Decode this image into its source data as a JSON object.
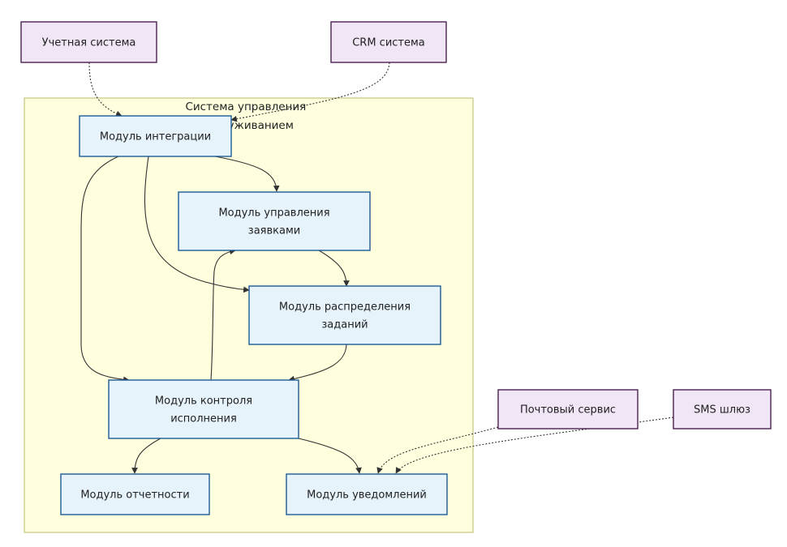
{
  "diagram": {
    "cluster": {
      "label_lines": [
        "Система управления",
        "обслуживанием"
      ],
      "fill": "#ffffde",
      "stroke": "#b8ba6a"
    },
    "colors": {
      "internal_fill": "#e6f3fb",
      "internal_stroke": "#1f5a96",
      "external_fill": "#f1e6f5",
      "external_stroke": "#4a2150",
      "edge": "#333333"
    },
    "nodes": [
      {
        "id": "accounting",
        "kind": "external",
        "lines": [
          "Учетная система"
        ]
      },
      {
        "id": "crm",
        "kind": "external",
        "lines": [
          "CRM система"
        ]
      },
      {
        "id": "integration",
        "kind": "internal",
        "lines": [
          "Модуль интеграции"
        ]
      },
      {
        "id": "requests",
        "kind": "internal",
        "lines": [
          "Модуль управления",
          "заявками"
        ]
      },
      {
        "id": "distribution",
        "kind": "internal",
        "lines": [
          "Модуль распределения",
          "заданий"
        ]
      },
      {
        "id": "control",
        "kind": "internal",
        "lines": [
          "Модуль контроля",
          "исполнения"
        ]
      },
      {
        "id": "reporting",
        "kind": "internal",
        "lines": [
          "Модуль отчетности"
        ]
      },
      {
        "id": "notifications",
        "kind": "internal",
        "lines": [
          "Модуль уведомлений"
        ]
      },
      {
        "id": "mail",
        "kind": "external",
        "lines": [
          "Почтовый сервис"
        ]
      },
      {
        "id": "sms",
        "kind": "external",
        "lines": [
          "SMS шлюз"
        ]
      }
    ],
    "edges": [
      {
        "from": "accounting",
        "to": "integration",
        "style": "dotted"
      },
      {
        "from": "crm",
        "to": "integration",
        "style": "dotted"
      },
      {
        "from": "integration",
        "to": "requests",
        "style": "solid"
      },
      {
        "from": "integration",
        "to": "distribution",
        "style": "solid"
      },
      {
        "from": "integration",
        "to": "control",
        "style": "solid"
      },
      {
        "from": "requests",
        "to": "distribution",
        "style": "solid"
      },
      {
        "from": "distribution",
        "to": "control",
        "style": "solid"
      },
      {
        "from": "control",
        "to": "requests",
        "style": "solid"
      },
      {
        "from": "control",
        "to": "reporting",
        "style": "solid"
      },
      {
        "from": "control",
        "to": "notifications",
        "style": "solid"
      },
      {
        "from": "mail",
        "to": "notifications",
        "style": "dotted"
      },
      {
        "from": "sms",
        "to": "notifications",
        "style": "dotted"
      }
    ]
  }
}
